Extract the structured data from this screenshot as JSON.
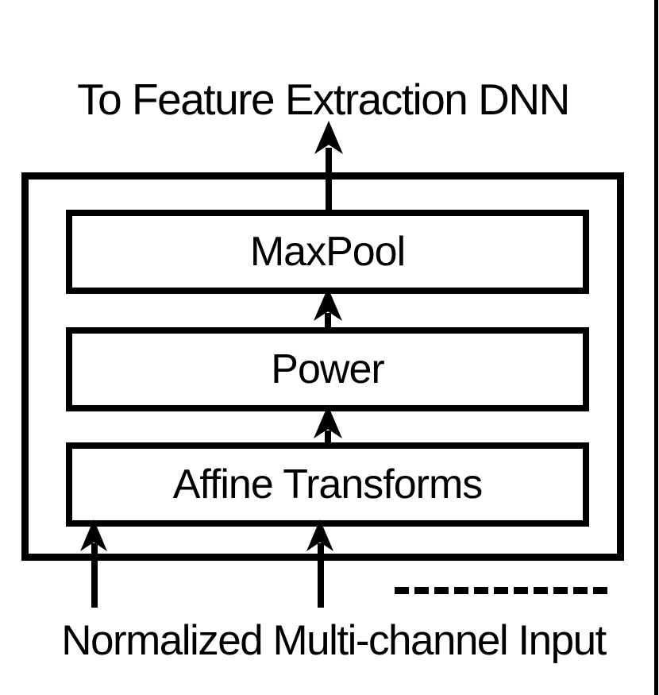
{
  "diagram": {
    "title": "To Feature Extraction DNN",
    "blocks": [
      {
        "label": "MaxPool"
      },
      {
        "label": "Power"
      },
      {
        "label": "Affine Transforms"
      }
    ],
    "input_label": "Normalized Multi-channel Input",
    "edges": [
      {
        "from": "outer-box",
        "to": "feature-extraction-dnn"
      },
      {
        "from": "Power",
        "to": "MaxPool"
      },
      {
        "from": "Affine Transforms",
        "to": "Power"
      },
      {
        "from": "normalized-multi-channel-input",
        "to": "Affine Transforms",
        "count": 2
      }
    ],
    "colors": {
      "line": "#000000",
      "background": "#ffffff"
    }
  }
}
